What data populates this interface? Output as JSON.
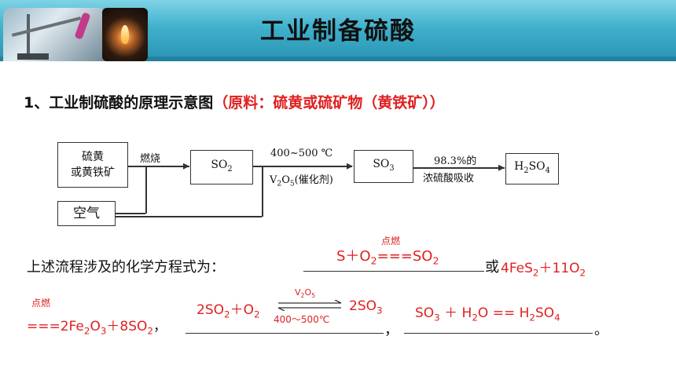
{
  "slide": {
    "title": "工业制备硫酸",
    "heading_prefix": "1、工业制硫酸的原理示意图",
    "heading_suffix": "（原料：硫黄或硫矿物（黄铁矿））"
  },
  "diagram": {
    "box_raw_line1": "硫黄",
    "box_raw_line2": "或黄铁矿",
    "box_air": "空气",
    "label_burn": "燃烧",
    "label_temp": "400~500 ℃",
    "label_catalyst_mid": "(催化剂)",
    "label_conc_1": "98.3%的",
    "label_conc_2": "浓硫酸吸收"
  },
  "equations": {
    "intro": "上述流程涉及的化学方程式为：",
    "condition_ignite": "点燃",
    "eq1_lhs": "S＋O",
    "eq1_mid": "===SO",
    "or_text": "或",
    "eq2_a": "4FeS",
    "eq2_b": "＋11O",
    "eq2_c": "===2Fe",
    "eq2_d": "O",
    "eq2_e": "＋8SO",
    "catalyst": "V",
    "catalyst_tail": "O",
    "temp_range": "400～500℃",
    "eq3_a": "2SO",
    "eq3_b": "＋O",
    "eq3_c": "2SO",
    "eq4_a": "SO",
    "eq4_b": " ＋ H",
    "eq4_c": "O == H",
    "eq4_d": "SO",
    "comma": "，",
    "period": "。"
  }
}
